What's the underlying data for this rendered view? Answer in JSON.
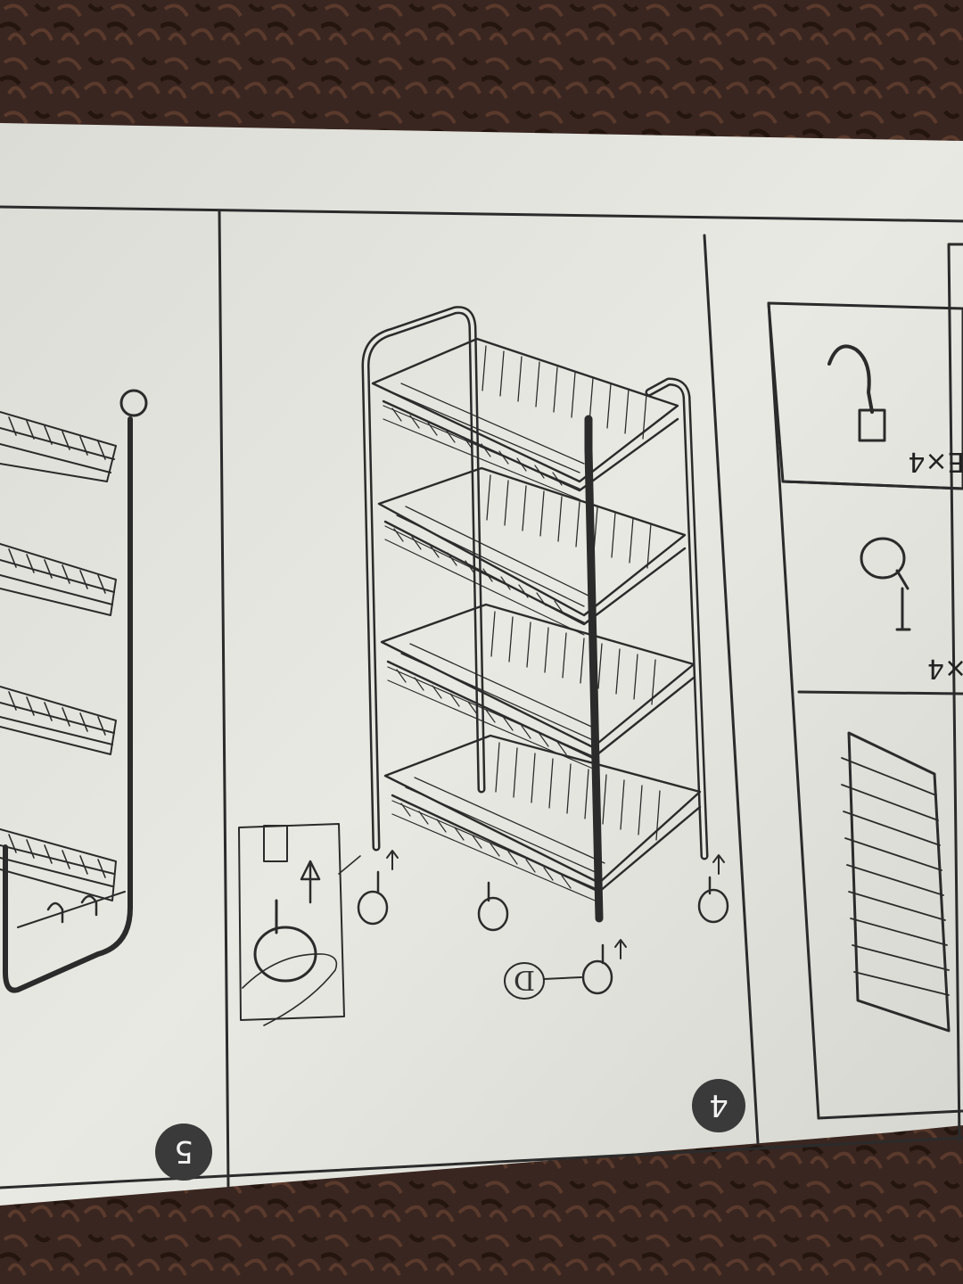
{
  "manual": {
    "step_left": {
      "number": "5"
    },
    "step_middle": {
      "number": "4",
      "part_callout": "D"
    },
    "parts_panel": {
      "qty_hook": "E×4",
      "qty_wheel": "×4"
    }
  },
  "colors": {
    "paper": "#e7e7e1",
    "ink": "#2b2b2b",
    "carpet": "#3a2620",
    "badge": "#3a3a3a"
  }
}
